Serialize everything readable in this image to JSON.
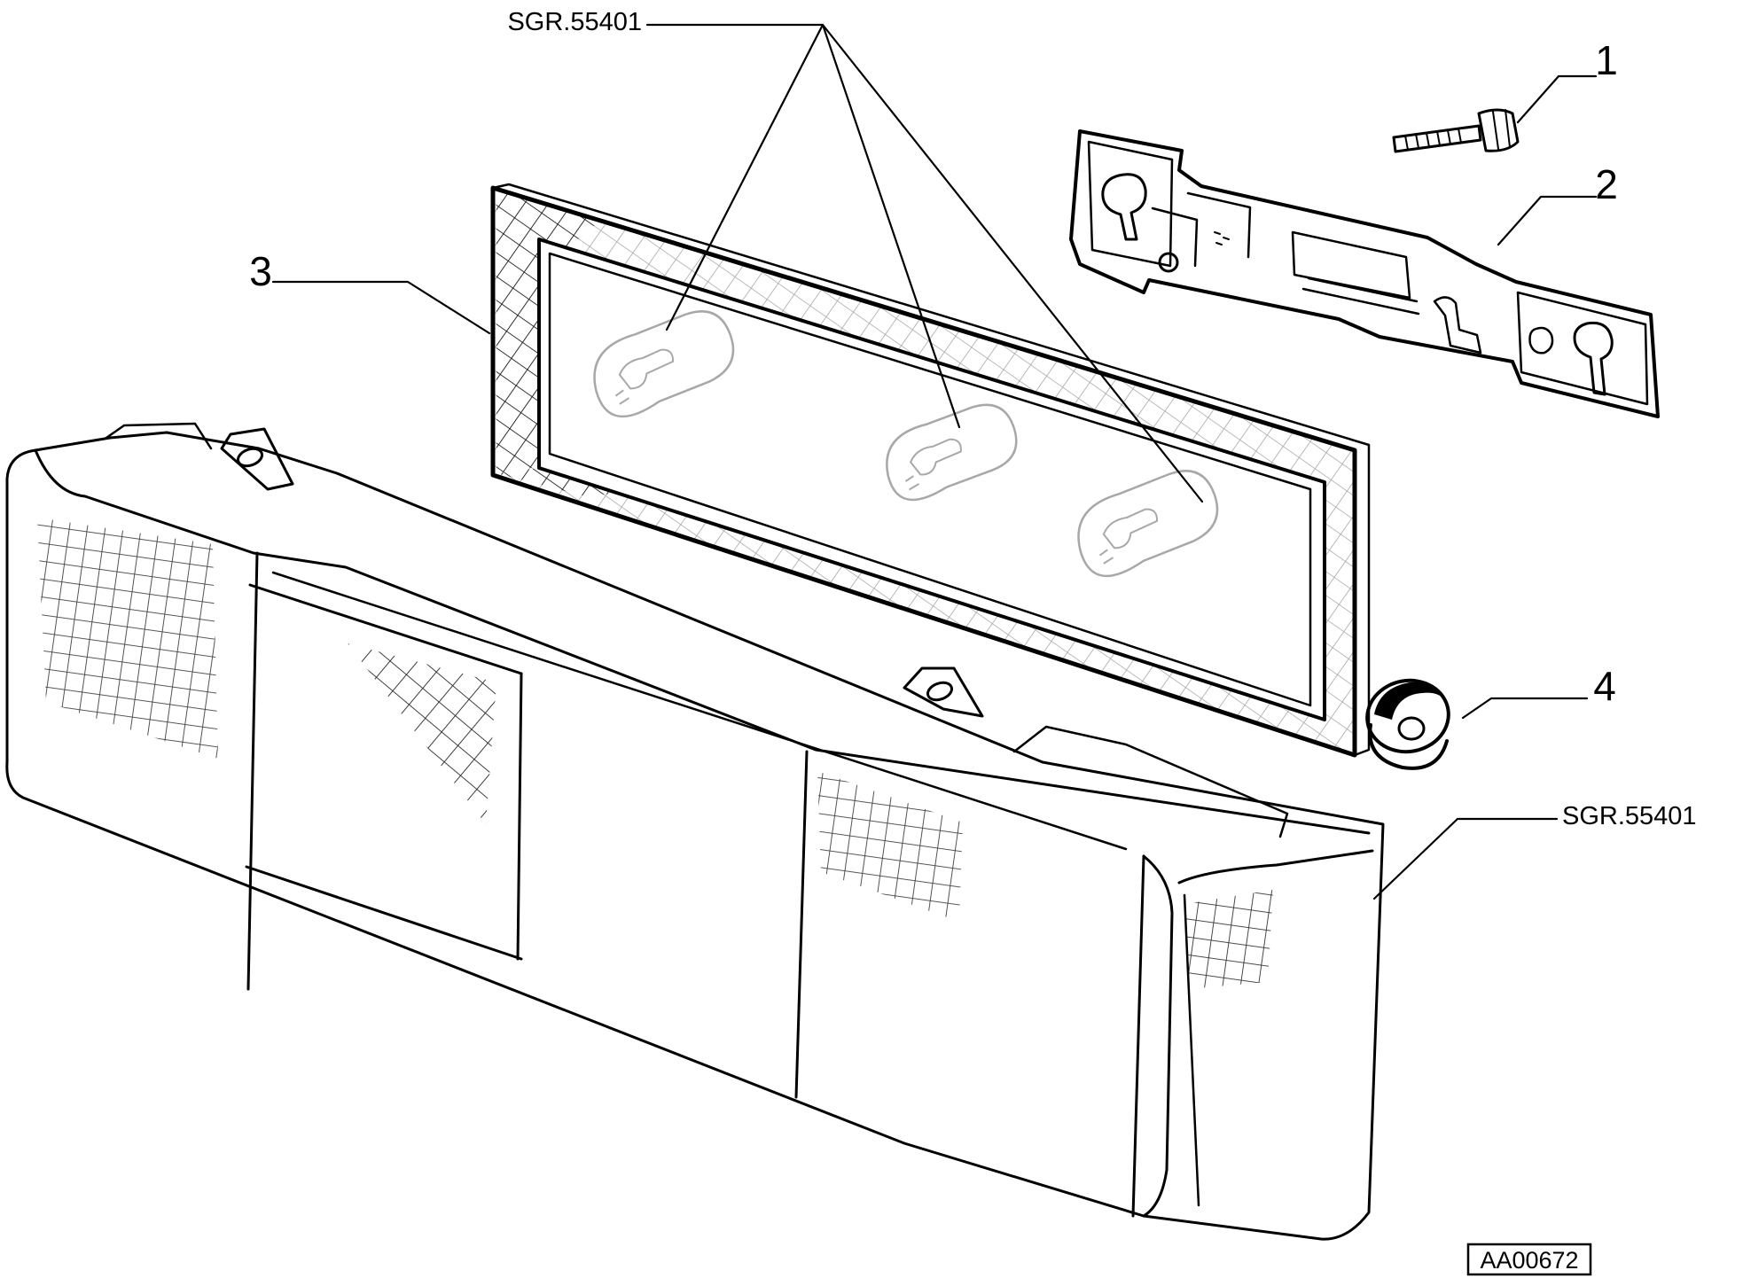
{
  "labels": {
    "sgr_top": "SGR.55401",
    "sgr_right": "SGR.55401",
    "part_1": "1",
    "part_2": "2",
    "part_3": "3",
    "part_4": "4",
    "figure_code": "AA00672"
  },
  "colors": {
    "ink": "#000000",
    "bulb": "#a8a8a8",
    "paper": "#ffffff"
  }
}
